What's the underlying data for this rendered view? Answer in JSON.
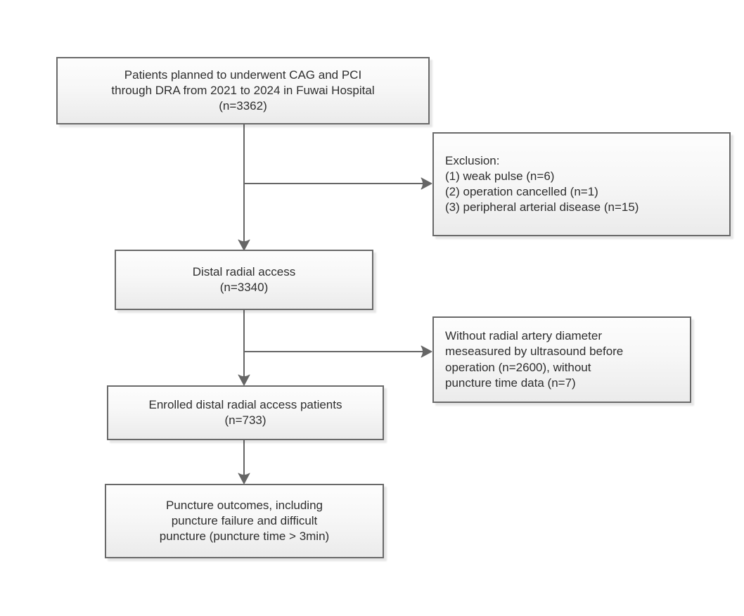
{
  "figure": {
    "type": "flowchart",
    "background": "#ffffff",
    "palette": {
      "box_border": "#696969",
      "box_fill_top": "#fdfdfd",
      "box_fill_bottom": "#ebebeb",
      "arrow_color": "#666666",
      "text_color": "#2e2e2e"
    },
    "nodes": {
      "population": {
        "text": "Patients planned to underwent CAG and PCI\nthrough DRA from 2021 to 2024 in Fuwai Hospital\n(n=3362)"
      },
      "exclusion": {
        "text": "Exclusion:\n(1) weak pulse (n=6)\n(2) operation cancelled (n=1)\n(3) peripheral arterial disease (n=15)"
      },
      "dra": {
        "text": "Distal radial access\n(n=3340)"
      },
      "without": {
        "text": "Without radial artery diameter\nmeseasured by ultrasound before\noperation (n=2600), without\npuncture time data (n=7)"
      },
      "enrolled": {
        "text": "Enrolled distal radial access patients\n(n=733)"
      },
      "outcomes": {
        "text": "Puncture outcomes, including\npuncture failure and difficult\npuncture (puncture time > 3min)"
      }
    },
    "edges": [
      {
        "from": "population",
        "to": "dra"
      },
      {
        "from": "population",
        "to": "exclusion"
      },
      {
        "from": "dra",
        "to": "enrolled"
      },
      {
        "from": "dra",
        "to": "without"
      },
      {
        "from": "enrolled",
        "to": "outcomes"
      }
    ]
  }
}
